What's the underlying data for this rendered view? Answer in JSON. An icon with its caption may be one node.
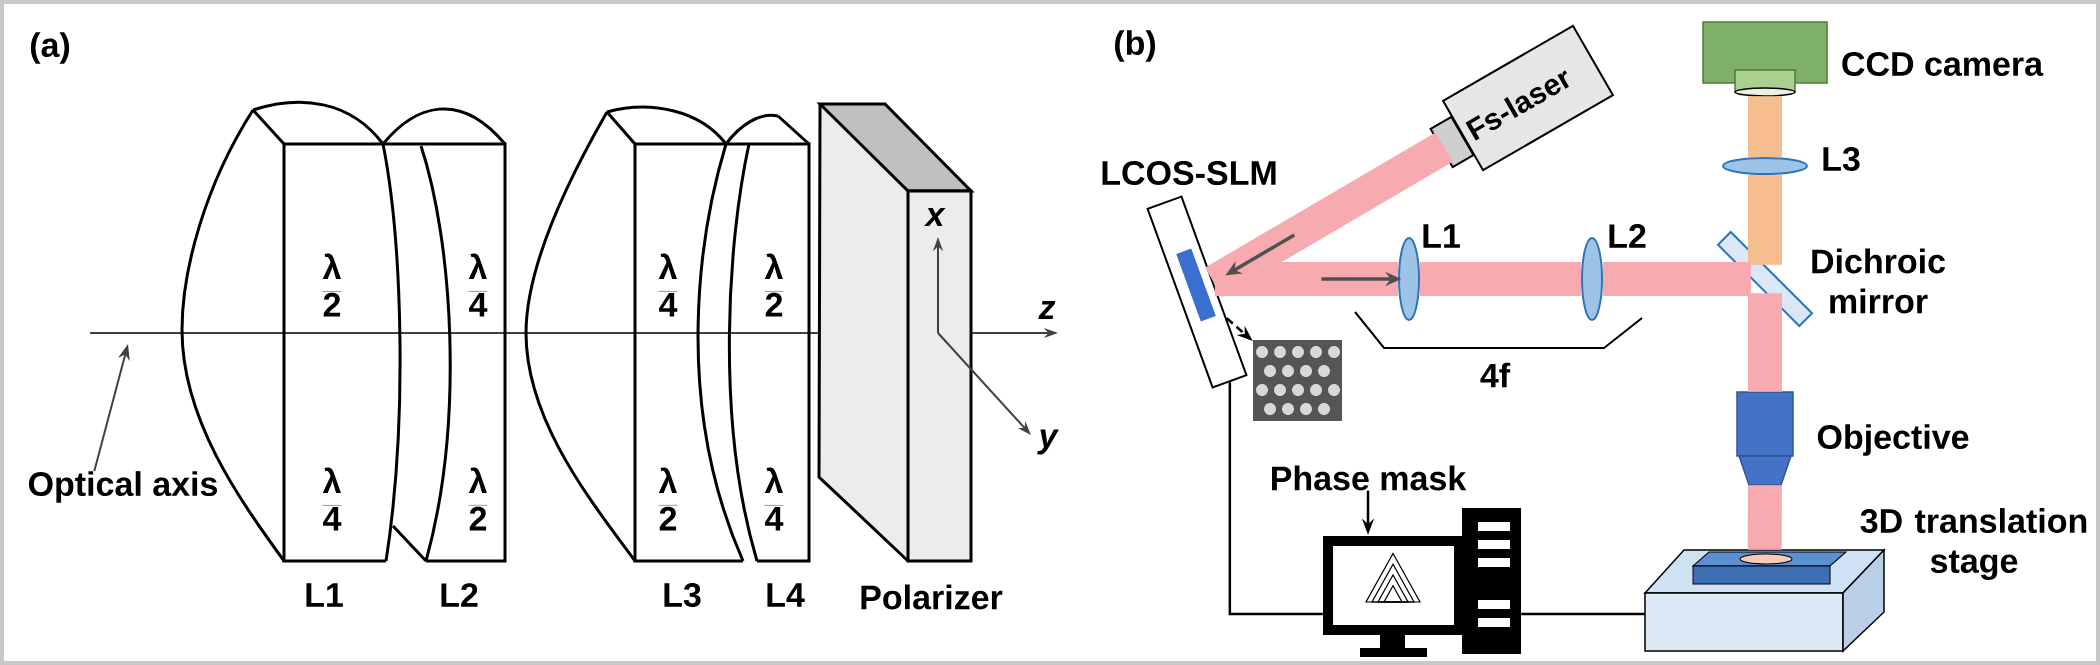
{
  "diagram": {
    "nodes": [
      {
        "text": [
          "Optical axis"
        ]
      },
      {
        "text": [
          "\\frac{\\textbf{λ}}{\\textbf{2}}",
          "\\frac{\\textbf{λ}}{\\textbf{4}}"
        ],
        "beside": [
          "L1"
        ]
      },
      {
        "text": [
          "\\frac{\\textbf{λ}}{\\textbf{4}}",
          "\\frac{\\textbf{λ}}{\\textbf{2}}"
        ],
        "beside": [
          "L2"
        ]
      },
      {
        "text": [
          "\\frac{\\textbf{λ}}{\\textbf{4}}",
          "\\frac{\\textbf{λ}}{\\textbf{2}}"
        ],
        "beside": [
          "L3"
        ]
      },
      {
        "text": [
          "\\frac{\\textbf{λ}}{\\textbf{2}}",
          "\\frac{\\textbf{λ}}{\\textbf{4}}"
        ],
        "beside": [
          "L4"
        ]
      },
      {
        "text": [],
        "shape": "box",
        "beside": [
          "Polarizer"
        ]
      },
      {
        "text": [
          "Fs-laser"
        ]
      },
      {
        "text": [
          "LCOS-SLM"
        ]
      },
      {
        "text": [],
        "shape": "picture"
      },
      {
        "text": [
          "L1"
        ]
      },
      {
        "text": [
          "L2"
        ]
      },
      {
        "text": [
          "Dichroic mirror"
        ]
      },
      {
        "text": [
          "L3"
        ]
      },
      {
        "text": [
          "CCD camera"
        ]
      },
      {
        "text": [
          "Objective"
        ]
      },
      {
        "text": [
          "3D translation stage"
        ]
      },
      {
        "text": [
          "Phase mask"
        ]
      },
      {
        "text": [],
        "shape": "picture"
      }
    ],
    "edges": [
      {
        "from": 0,
        "to": null,
        "arrow": "to",
        "color": "#404040"
      },
      {
        "from": 6,
        "to": 7,
        "arrow": "to",
        "color": "#f7aab0"
      },
      {
        "from": 7,
        "to": 8,
        "arrow": "to",
        "style": "dashed",
        "color": "#000000"
      },
      {
        "from": 7,
        "to": 9,
        "arrow": "to",
        "color": "#f7aab0"
      },
      {
        "from": 9,
        "to": 10,
        "arrow": "none",
        "color": "#f7aab0"
      },
      {
        "from": 10,
        "to": 11,
        "arrow": "none",
        "color": "#f7aab0"
      },
      {
        "from": 11,
        "to": 14,
        "arrow": "none",
        "color": "#f7aab0"
      },
      {
        "from": 14,
        "to": 15,
        "arrow": "none",
        "color": "#f7aab0"
      },
      {
        "from": 11,
        "to": 12,
        "arrow": "none",
        "color": "#f6bd8e"
      },
      {
        "from": 12,
        "to": 13,
        "arrow": "none",
        "color": "#f6bd8e"
      },
      {
        "from": 7,
        "to": 17,
        "arrow": "none",
        "color": "#000000"
      },
      {
        "from": 17,
        "to": 15,
        "arrow": "none",
        "color": "#000000"
      },
      {
        "from": 16,
        "to": 17,
        "arrow": "to",
        "color": "#000000"
      }
    ],
    "labels": [
      "(a)",
      "z",
      "x",
      "y",
      "(b)",
      "4f"
    ]
  }
}
